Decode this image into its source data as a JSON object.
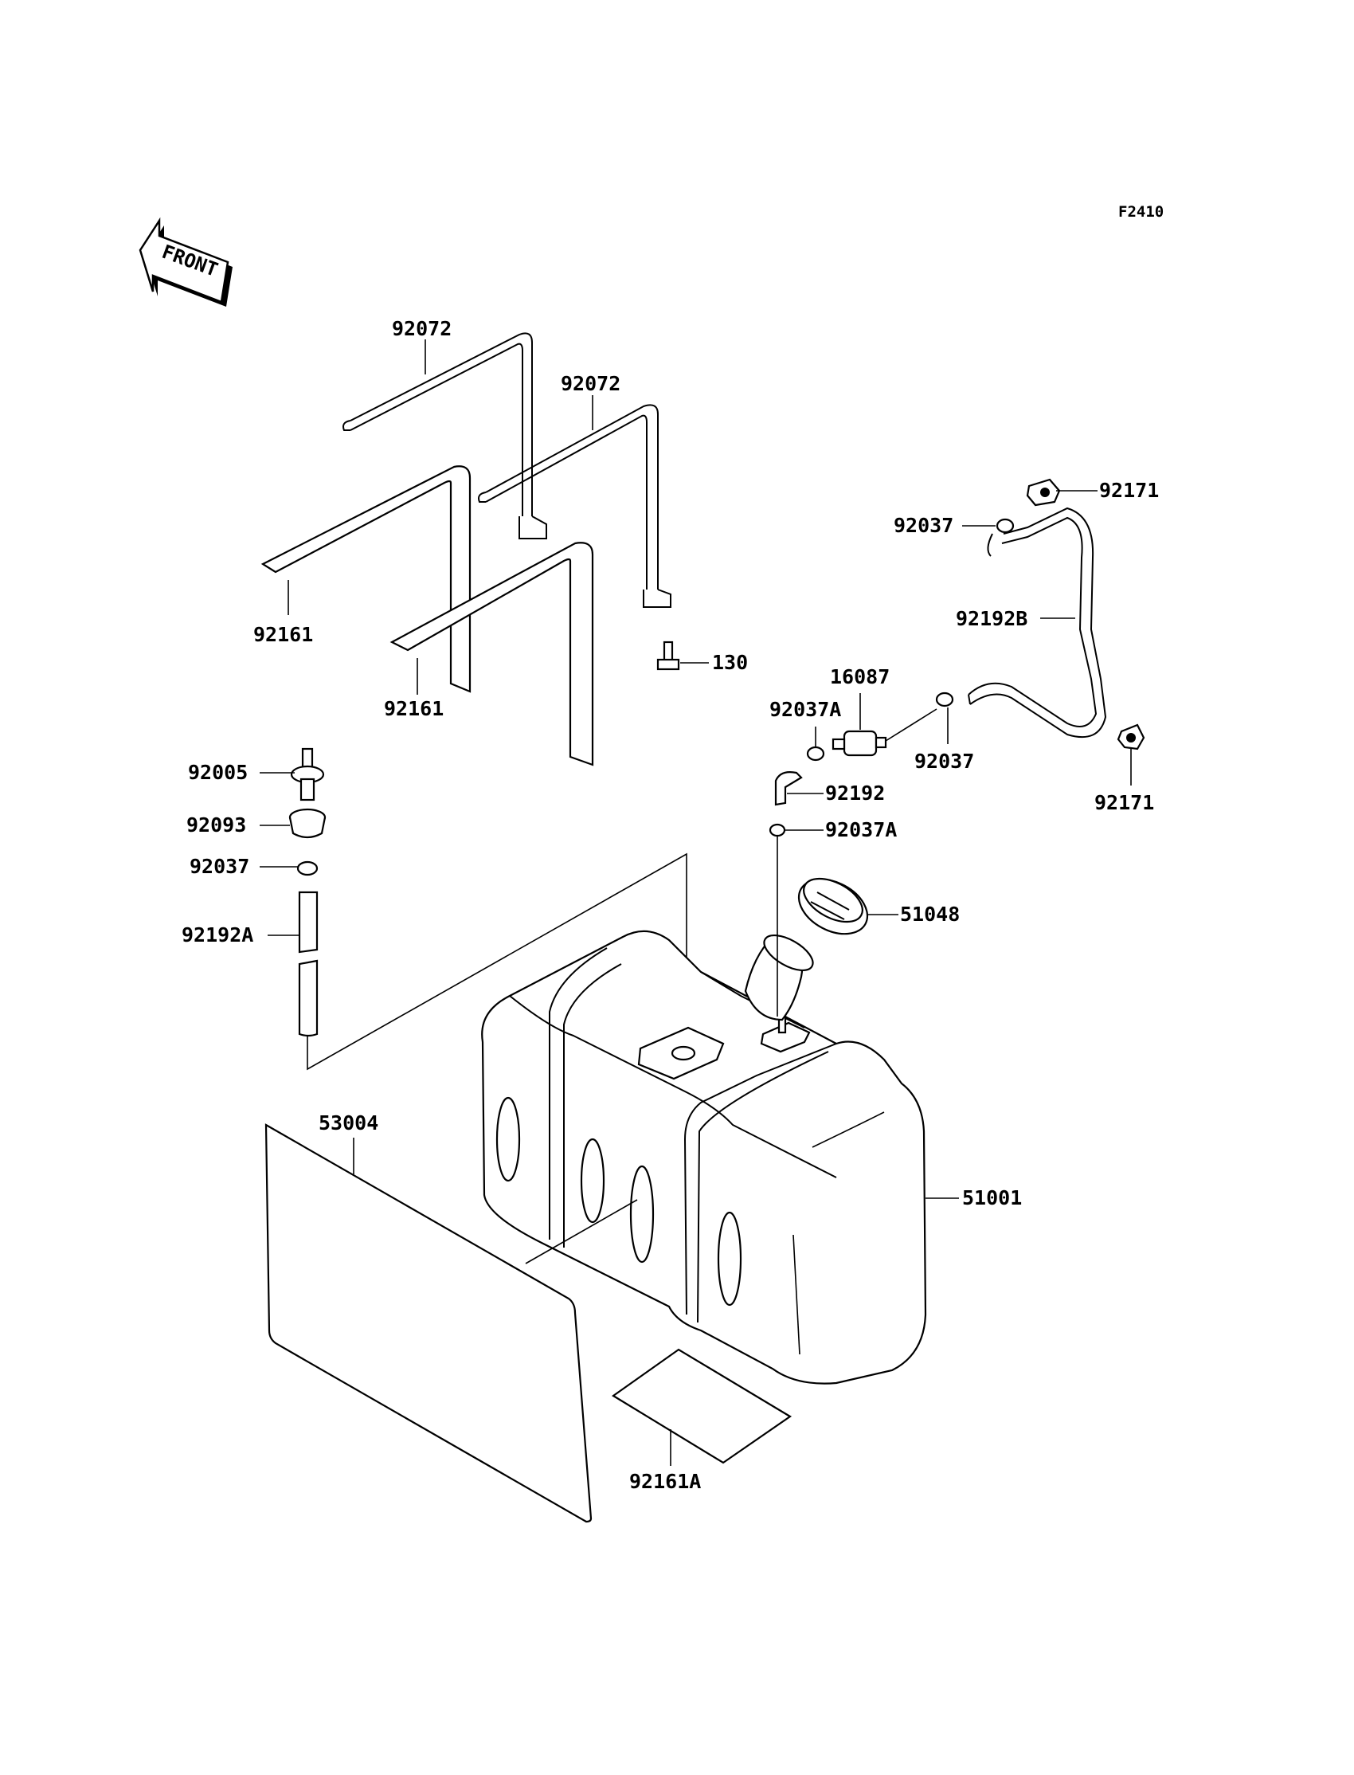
{
  "diagram": {
    "figure_code": "F2410",
    "front_label": "FRONT",
    "labels": {
      "strap_upper_left": "92072",
      "strap_upper_right": "92072",
      "pad_left": "92161",
      "pad_right": "92161",
      "bolt": "130",
      "clamp_top_right": "92171",
      "clip_top": "92037",
      "hose_long": "92192B",
      "filter": "16087",
      "clip_filter_left": "92037A",
      "clip_filter_right": "92037",
      "clamp_right": "92171",
      "hose_short": "92192",
      "clip_lower": "92037A",
      "valve": "92005",
      "grommet": "92093",
      "clip_left": "92037",
      "hose_vertical": "92192A",
      "cap": "51048",
      "pad_large": "53004",
      "tank": "51001",
      "pad_bottom": "92161A"
    }
  }
}
